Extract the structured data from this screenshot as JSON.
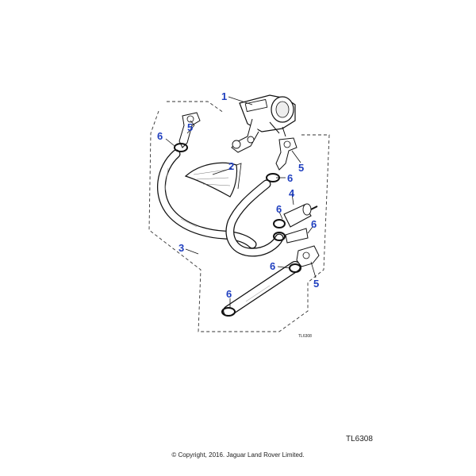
{
  "diagram": {
    "reference_small": "TL6308",
    "plate_code": "TL6308",
    "copyright": "© Copyright, 2016. Jaguar Land Rover Limited.",
    "callout_color": "#1f3fbf",
    "callouts": {
      "c1": "1",
      "c2": "2",
      "c3": "3",
      "c4": "4",
      "c5a": "5",
      "c5b": "5",
      "c5c": "5",
      "c6a": "6",
      "c6b": "6",
      "c6c": "6",
      "c6d": "6",
      "c6e": "6",
      "c6f": "6"
    }
  }
}
